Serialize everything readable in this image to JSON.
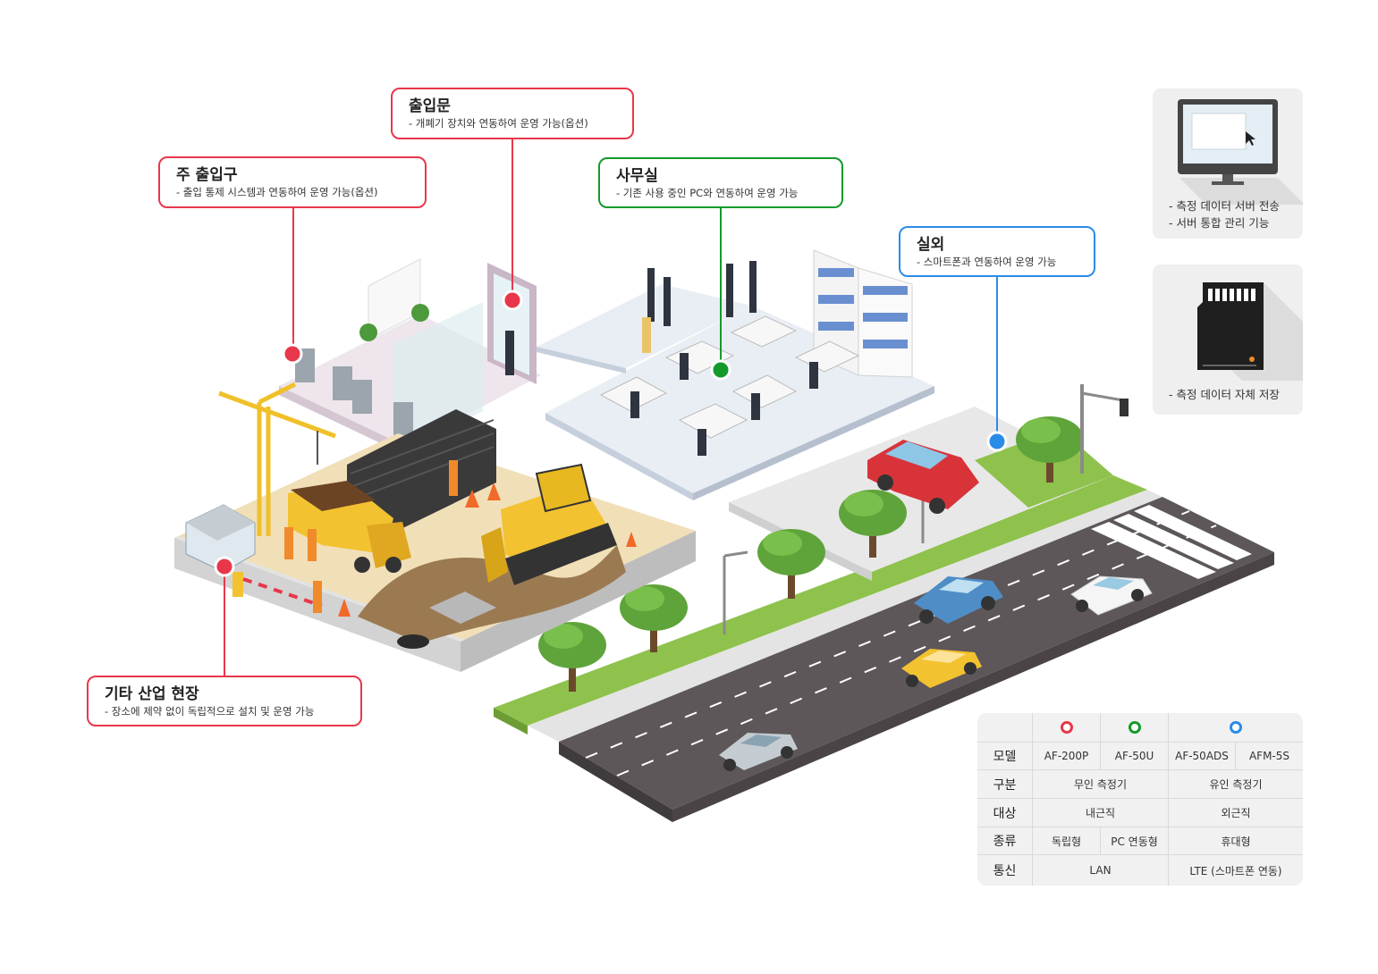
{
  "colors": {
    "red": "#e8374a",
    "green": "#139a2a",
    "blue": "#2b8be8",
    "panel_bg": "#efefef",
    "road": "#5a5458",
    "grass": "#8fc24c",
    "pavement": "#e6e6e6"
  },
  "callouts": {
    "main_entrance": {
      "title": "주  출입구",
      "desc": "- 출입 통제 시스템과 연동하여 운영 가능(옵션)"
    },
    "gate": {
      "title": "출입문",
      "desc": "- 개폐기 장치와 연동하여 운영 가능(옵션)"
    },
    "office": {
      "title": "사무실",
      "desc": "- 기존 사용 중인 PC와 연동하여 운영 가능"
    },
    "outdoor": {
      "title": "실외",
      "desc": "- 스마트폰과 연동하여 운영 가능"
    },
    "industrial": {
      "title": "기타 산업 현장",
      "desc": "- 장소에 제약 없이 독립적으로 설치 및 운영 가능"
    }
  },
  "panels": {
    "server": {
      "icon": "monitor-icon",
      "lines": [
        "- 측정 데이터 서버 전송",
        "- 서버 통합 관리 기능"
      ]
    },
    "sdcard": {
      "icon": "sd-card-icon",
      "lines": [
        "- 측정 데이터 자체 저장"
      ]
    }
  },
  "table": {
    "row_headers": [
      "모델",
      "구분",
      "대상",
      "종류",
      "통신"
    ],
    "models": [
      "AF-200P",
      "AF-50U",
      "AF-50ADS",
      "AFM-5S"
    ],
    "category": [
      "무인 측정기",
      "유인 측정기"
    ],
    "target": [
      "내근직",
      "외근직"
    ],
    "type": [
      "독립형",
      "PC 연동형",
      "휴대형"
    ],
    "comm": [
      "LAN",
      "LTE (스마트폰 연동)"
    ]
  }
}
